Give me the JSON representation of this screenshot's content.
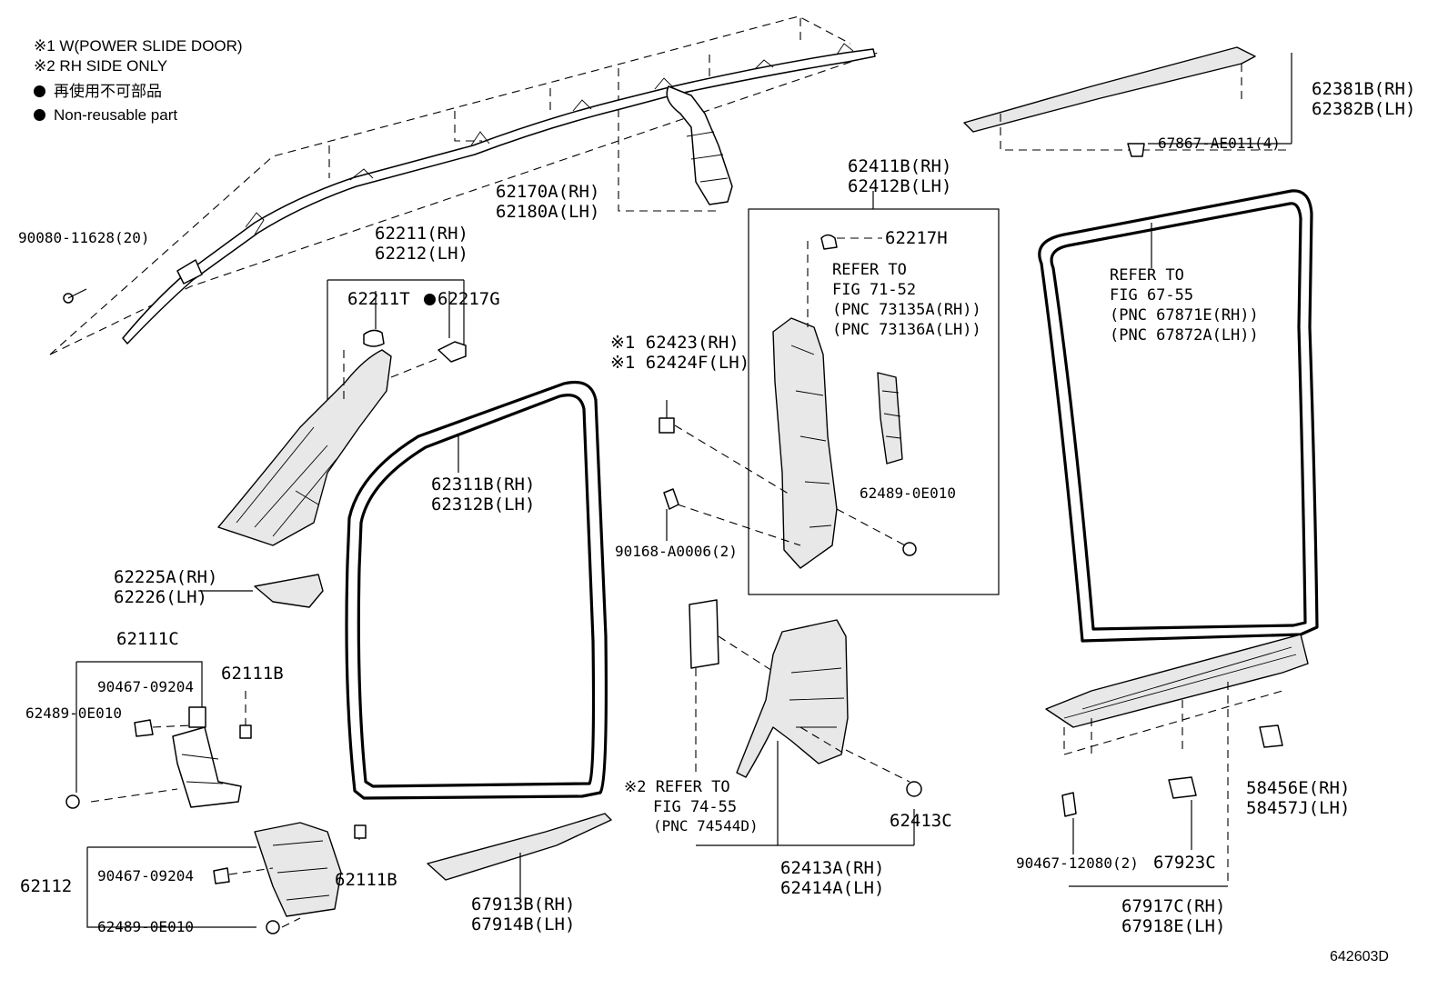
{
  "notes": {
    "note1": "※1 W(POWER SLIDE DOOR)",
    "note2": "※2 RH SIDE ONLY",
    "legend_ja": "再使用不可部品",
    "legend_en": "Non-reusable part"
  },
  "labels": {
    "p90080": "90080-11628(20)",
    "p62170a": "62170A(RH)",
    "p62180a": "62180A(LH)",
    "p62211": "62211(RH)",
    "p62212": "62212(LH)",
    "p62211t": "62211T",
    "p62217g": "62217G",
    "p62225a": "62225A(RH)",
    "p62226": "62226(LH)",
    "p62111c": "62111C",
    "p90467a": "90467-09204",
    "p62111b_a": "62111B",
    "p62489a": "62489-0E010",
    "p62112": "62112",
    "p90467b": "90467-09204",
    "p62489b": "62489-0E010",
    "p62111b_b": "62111B",
    "p62311b": "62311B(RH)",
    "p62312b": "62312B(LH)",
    "p67913b": "67913B(RH)",
    "p67914b": "67914B(LH)",
    "p62423": "※1 62423(RH)",
    "p62424f": "※1 62424F(LH)",
    "p90168": "90168-A0006(2)",
    "p62411b": "62411B(RH)",
    "p62412b": "62412B(LH)",
    "p62217h": "62217H",
    "p62489c": "62489-0E010",
    "p62413c": "62413C",
    "p62413a": "62413A(RH)",
    "p62414a": "62414A(LH)",
    "p62381b": "62381B(RH)",
    "p62382b": "62382B(LH)",
    "p67867": "67867-AE011(4)",
    "p58456e": "58456E(RH)",
    "p58457j": "58457J(LH)",
    "p90467c": "90467-12080(2)",
    "p67923c": "67923C",
    "p67917c": "67917C(RH)",
    "p67918e": "67918E(LH)",
    "diagram_id": "642603D"
  },
  "refs": {
    "ref1": [
      "REFER TO",
      "FIG 71-52",
      "(PNC 73135A(RH))",
      "(PNC 73136A(LH))"
    ],
    "ref2": [
      "REFER TO",
      "FIG 67-55",
      "(PNC 67871E(RH))",
      "(PNC 67872A(LH))"
    ],
    "ref3": [
      "※2 REFER TO",
      "FIG 74-55",
      "(PNC 74544D)"
    ]
  }
}
